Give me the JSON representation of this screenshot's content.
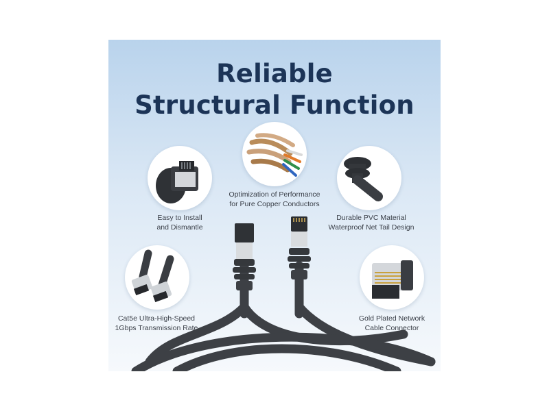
{
  "title": {
    "line1": "Reliable",
    "line2": "Structural Function"
  },
  "features": {
    "copper": {
      "line1": "Optimization of Performance",
      "line2": "for Pure Copper Conductors",
      "icon": "copper-conductors-icon"
    },
    "install": {
      "line1": "Easy to Install",
      "line2": "and Dismantle",
      "icon": "connector-clip-icon"
    },
    "pvc": {
      "line1": "Durable PVC Material",
      "line2": "Waterproof Net Tail Design",
      "icon": "waterproof-tail-icon"
    },
    "speed": {
      "line1": "Cat5e Ultra-High-Speed",
      "line2": "1Gbps Transmission Rate",
      "icon": "dual-plug-icon"
    },
    "gold": {
      "line1": "Gold Plated Network",
      "line2": "Cable Connector",
      "icon": "gold-plated-plug-icon"
    }
  },
  "colors": {
    "title": "#1c3457",
    "cable": "#3d4045",
    "panel_top": "#b9d3ec",
    "panel_bottom": "#f6f9fc"
  }
}
